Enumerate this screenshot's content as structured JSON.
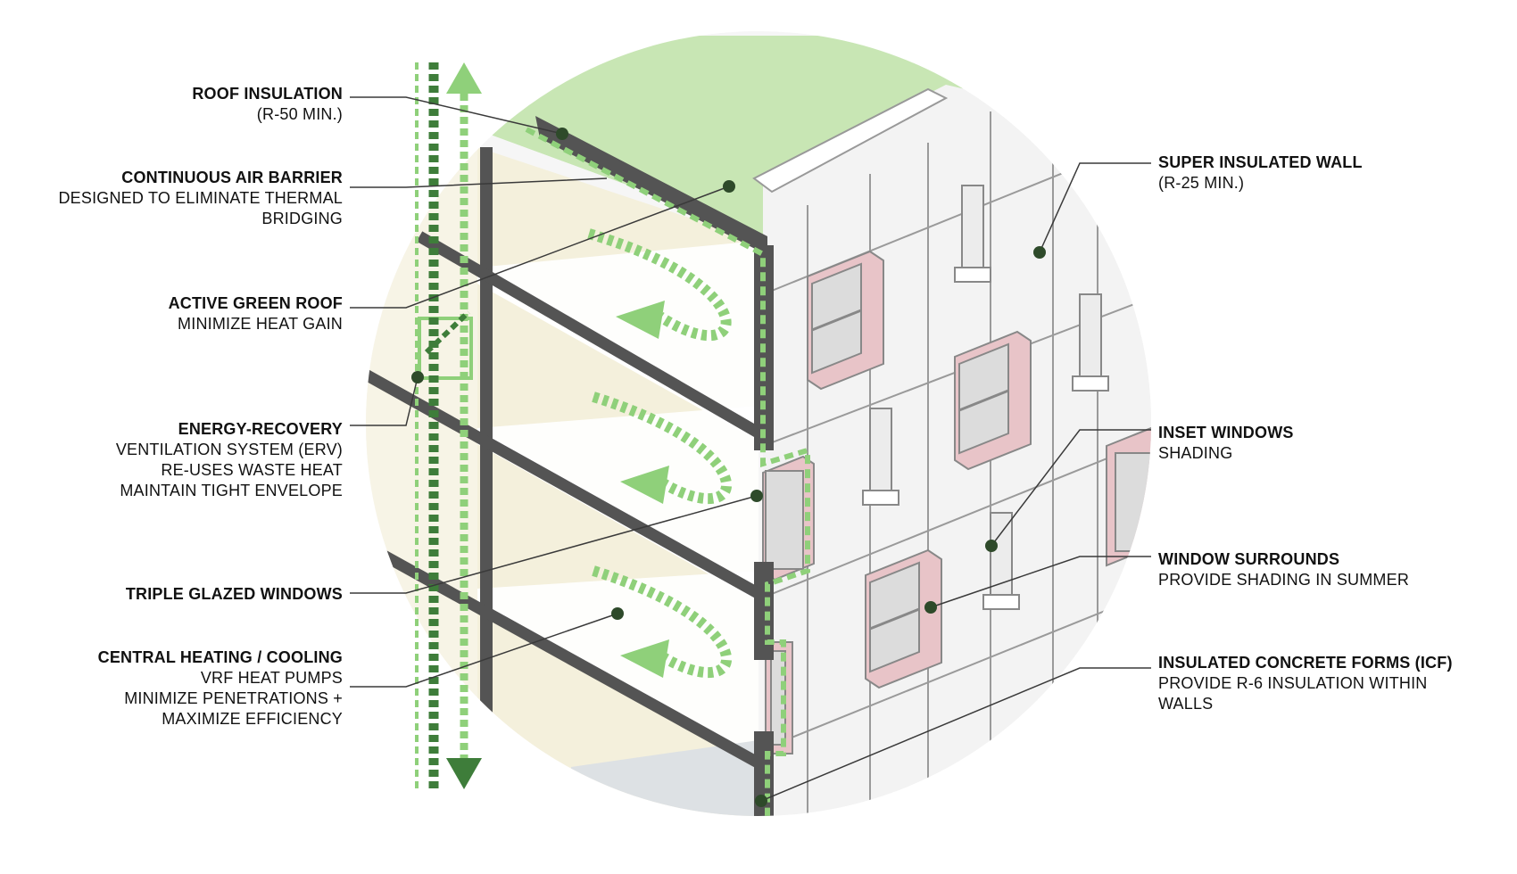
{
  "colors": {
    "green_roof": "#c8e6b4",
    "dashed_green": "#8fd07a",
    "dark_green": "#3e7d3a",
    "structure": "#545454",
    "wall_panel": "#f4f4f4",
    "interior_beige": "#f4f0dc",
    "window_pink": "#e8c4c8",
    "window_glass": "#dcdcdc"
  },
  "labels_left": [
    {
      "title": "ROOF INSULATION",
      "desc": [
        "(R-50 MIN.)"
      ]
    },
    {
      "title": "CONTINUOUS AIR BARRIER",
      "desc": [
        "DESIGNED TO ELIMINATE THERMAL",
        "BRIDGING"
      ]
    },
    {
      "title": "ACTIVE GREEN ROOF",
      "desc": [
        "MINIMIZE HEAT GAIN"
      ]
    },
    {
      "title": "ENERGY-RECOVERY",
      "desc": [
        "VENTILATION SYSTEM (ERV)",
        "RE-USES WASTE HEAT",
        "MAINTAIN TIGHT ENVELOPE"
      ]
    },
    {
      "title": "TRIPLE GLAZED WINDOWS",
      "desc": []
    },
    {
      "title": "CENTRAL HEATING / COOLING",
      "desc": [
        "VRF HEAT PUMPS",
        "MINIMIZE PENETRATIONS +",
        "MAXIMIZE EFFICIENCY"
      ]
    }
  ],
  "labels_right": [
    {
      "title": "SUPER INSULATED WALL",
      "desc": [
        "(R-25 MIN.)"
      ]
    },
    {
      "title": "INSET WINDOWS",
      "desc": [
        "SHADING"
      ]
    },
    {
      "title": "WINDOW SURROUNDS",
      "desc": [
        "PROVIDE SHADING IN SUMMER"
      ]
    },
    {
      "title": "INSULATED CONCRETE FORMS (ICF)",
      "desc": [
        "PROVIDE R-6 INSULATION WITHIN",
        "WALLS"
      ]
    }
  ]
}
